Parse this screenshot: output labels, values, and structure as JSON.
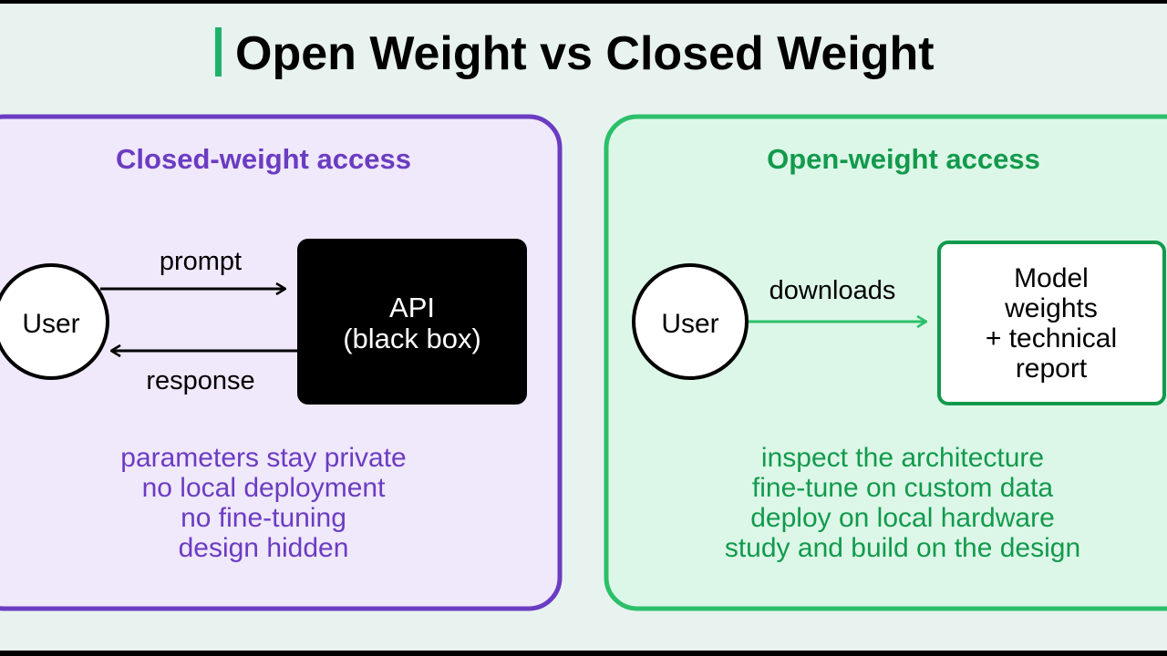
{
  "title": "Open Weight vs Closed Weight",
  "closed": {
    "heading": "Closed-weight access",
    "user_label": "User",
    "prompt_label": "prompt",
    "response_label": "response",
    "api_line1": "API",
    "api_line2": "(black box)",
    "notes": [
      "parameters stay private",
      "no local deployment",
      "no fine-tuning",
      "design hidden"
    ]
  },
  "open": {
    "heading": "Open-weight access",
    "user_label": "User",
    "downloads_label": "downloads",
    "weights_lines": [
      "Model",
      "weights",
      "+ technical",
      "report"
    ],
    "notes": [
      "inspect the architecture",
      "fine-tune on custom data",
      "deploy on local hardware",
      "study and build on the design"
    ]
  },
  "colors": {
    "background": "#e8f3ef",
    "title_accent": "#1db36a",
    "closed_border": "#6b3cc2",
    "closed_fill": "#f0e8fb",
    "closed_text": "#6b3cc2",
    "open_border": "#2bbf6a",
    "open_fill": "#dcf7e8",
    "open_text": "#129a4c",
    "black_box": "#000000"
  }
}
